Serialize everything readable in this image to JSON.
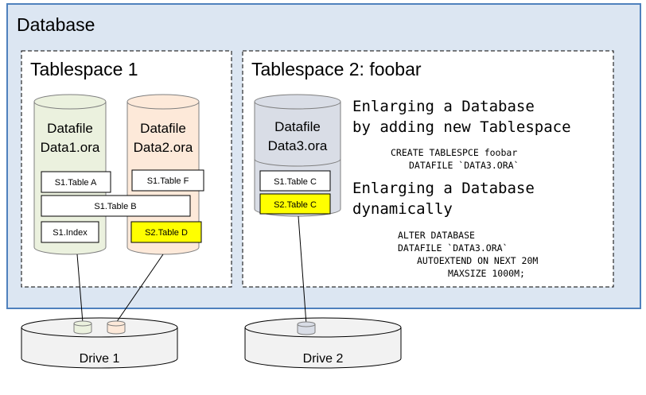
{
  "database": {
    "title": "Database"
  },
  "tablespace1": {
    "title": "Tablespace 1",
    "datafile1": {
      "line1": "Datafile",
      "line2": "Data1.ora"
    },
    "datafile2": {
      "line1": "Datafile",
      "line2": "Data2.ora"
    },
    "segments": {
      "table_a": "S1.Table A",
      "table_f": "S1.Table F",
      "table_b": "S1.Table B",
      "index": "S1.Index",
      "table_d": "S2.Table D"
    }
  },
  "tablespace2": {
    "title": "Tablespace 2: foobar",
    "datafile3": {
      "line1": "Datafile",
      "line2": "Data3.ora"
    },
    "segments": {
      "table_c1": "S1.Table C",
      "table_c2": "S2.Table C"
    },
    "heading1": {
      "line1": "Enlarging a Database",
      "line2": "by adding new Tablespace"
    },
    "code1": {
      "line1": "CREATE TABLESPCE foobar",
      "line2": "DATAFILE `DATA3.ORA`"
    },
    "heading2": {
      "line1": "Enlarging a Database",
      "line2": "dynamically"
    },
    "code2": {
      "line1": "ALTER DATABASE",
      "line2": "DATAFILE `DATA3.ORA`",
      "line3": "AUTOEXTEND ON NEXT 20M",
      "line4": "MAXSIZE 1000M;"
    }
  },
  "drives": {
    "drive1": "Drive 1",
    "drive2": "Drive 2"
  },
  "colors": {
    "database_fill": "#dce6f2",
    "database_border": "#4f81bd",
    "datafile1_fill": "#ebf1de",
    "datafile2_fill": "#fde9d9",
    "datafile3_fill": "#d9dde6",
    "highlight": "#ffff00",
    "drive_fill": "#f2f2f2"
  }
}
